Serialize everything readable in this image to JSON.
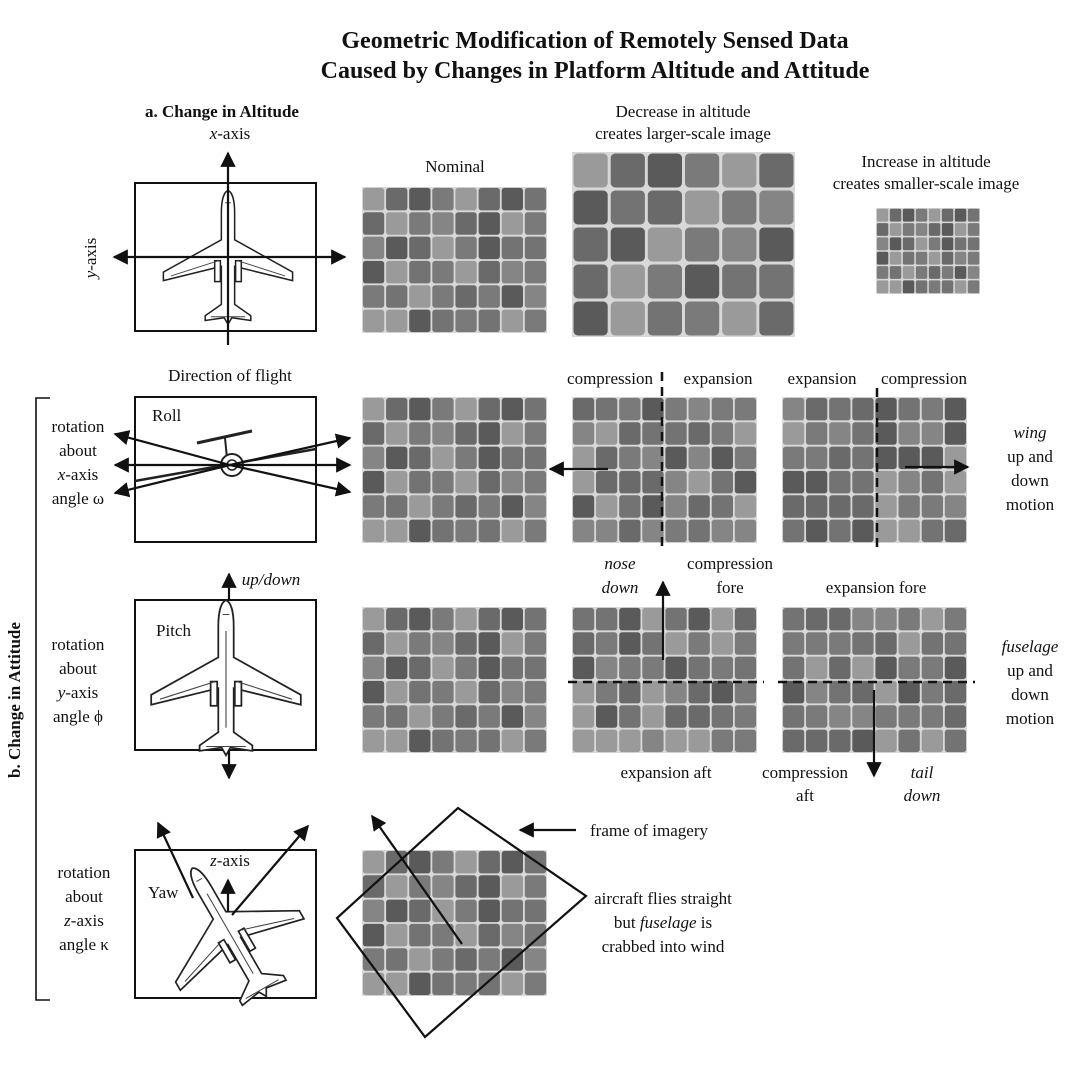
{
  "title_line1": "Geometric Modification of Remotely Sensed Data",
  "title_line2": "Caused by Changes in Platform Altitude and Attitude",
  "section_a": "a. Change in Altitude",
  "section_b": "b. Change in Attitude",
  "x_axis": "x",
  "y_axis": "y",
  "z_axis": "z",
  "axis_suffix": "-axis",
  "nominal": "Nominal",
  "decrease_1": "Decrease in altitude",
  "decrease_2": "creates larger-scale image",
  "increase_1": "Increase in altitude",
  "increase_2": "creates smaller-scale image",
  "direction_of_flight": "Direction of flight",
  "roll": "Roll",
  "pitch": "Pitch",
  "yaw": "Yaw",
  "rotation": "rotation",
  "about": "about",
  "angle_omega": "angle ω",
  "angle_phi": "angle ϕ",
  "angle_kappa": "angle κ",
  "compression": "compression",
  "expansion": "expansion",
  "wing": "wing",
  "up_and": "up and",
  "down": "down",
  "motion": "motion",
  "nose": "nose",
  "compression_fore_2": "fore",
  "expansion_fore": "expansion fore",
  "expansion_aft": "expansion aft",
  "compression_aft_2": "aft",
  "tail": "tail",
  "fuselage": "fuselage",
  "up_down": "up/down",
  "frame_of_imagery": "frame of imagery",
  "crab_1": "aircraft flies straight",
  "crab_2_prefix": "but ",
  "crab_2_italic": "fuselage",
  "crab_2_suffix": " is",
  "crab_3": "crabbed into wind",
  "colors": {
    "tile_dark": "#5a5a5a",
    "tile_mid": "#7a7a7a",
    "tile_light": "#9a9a9a",
    "road": "#d8d8d8",
    "ink": "#111111"
  }
}
